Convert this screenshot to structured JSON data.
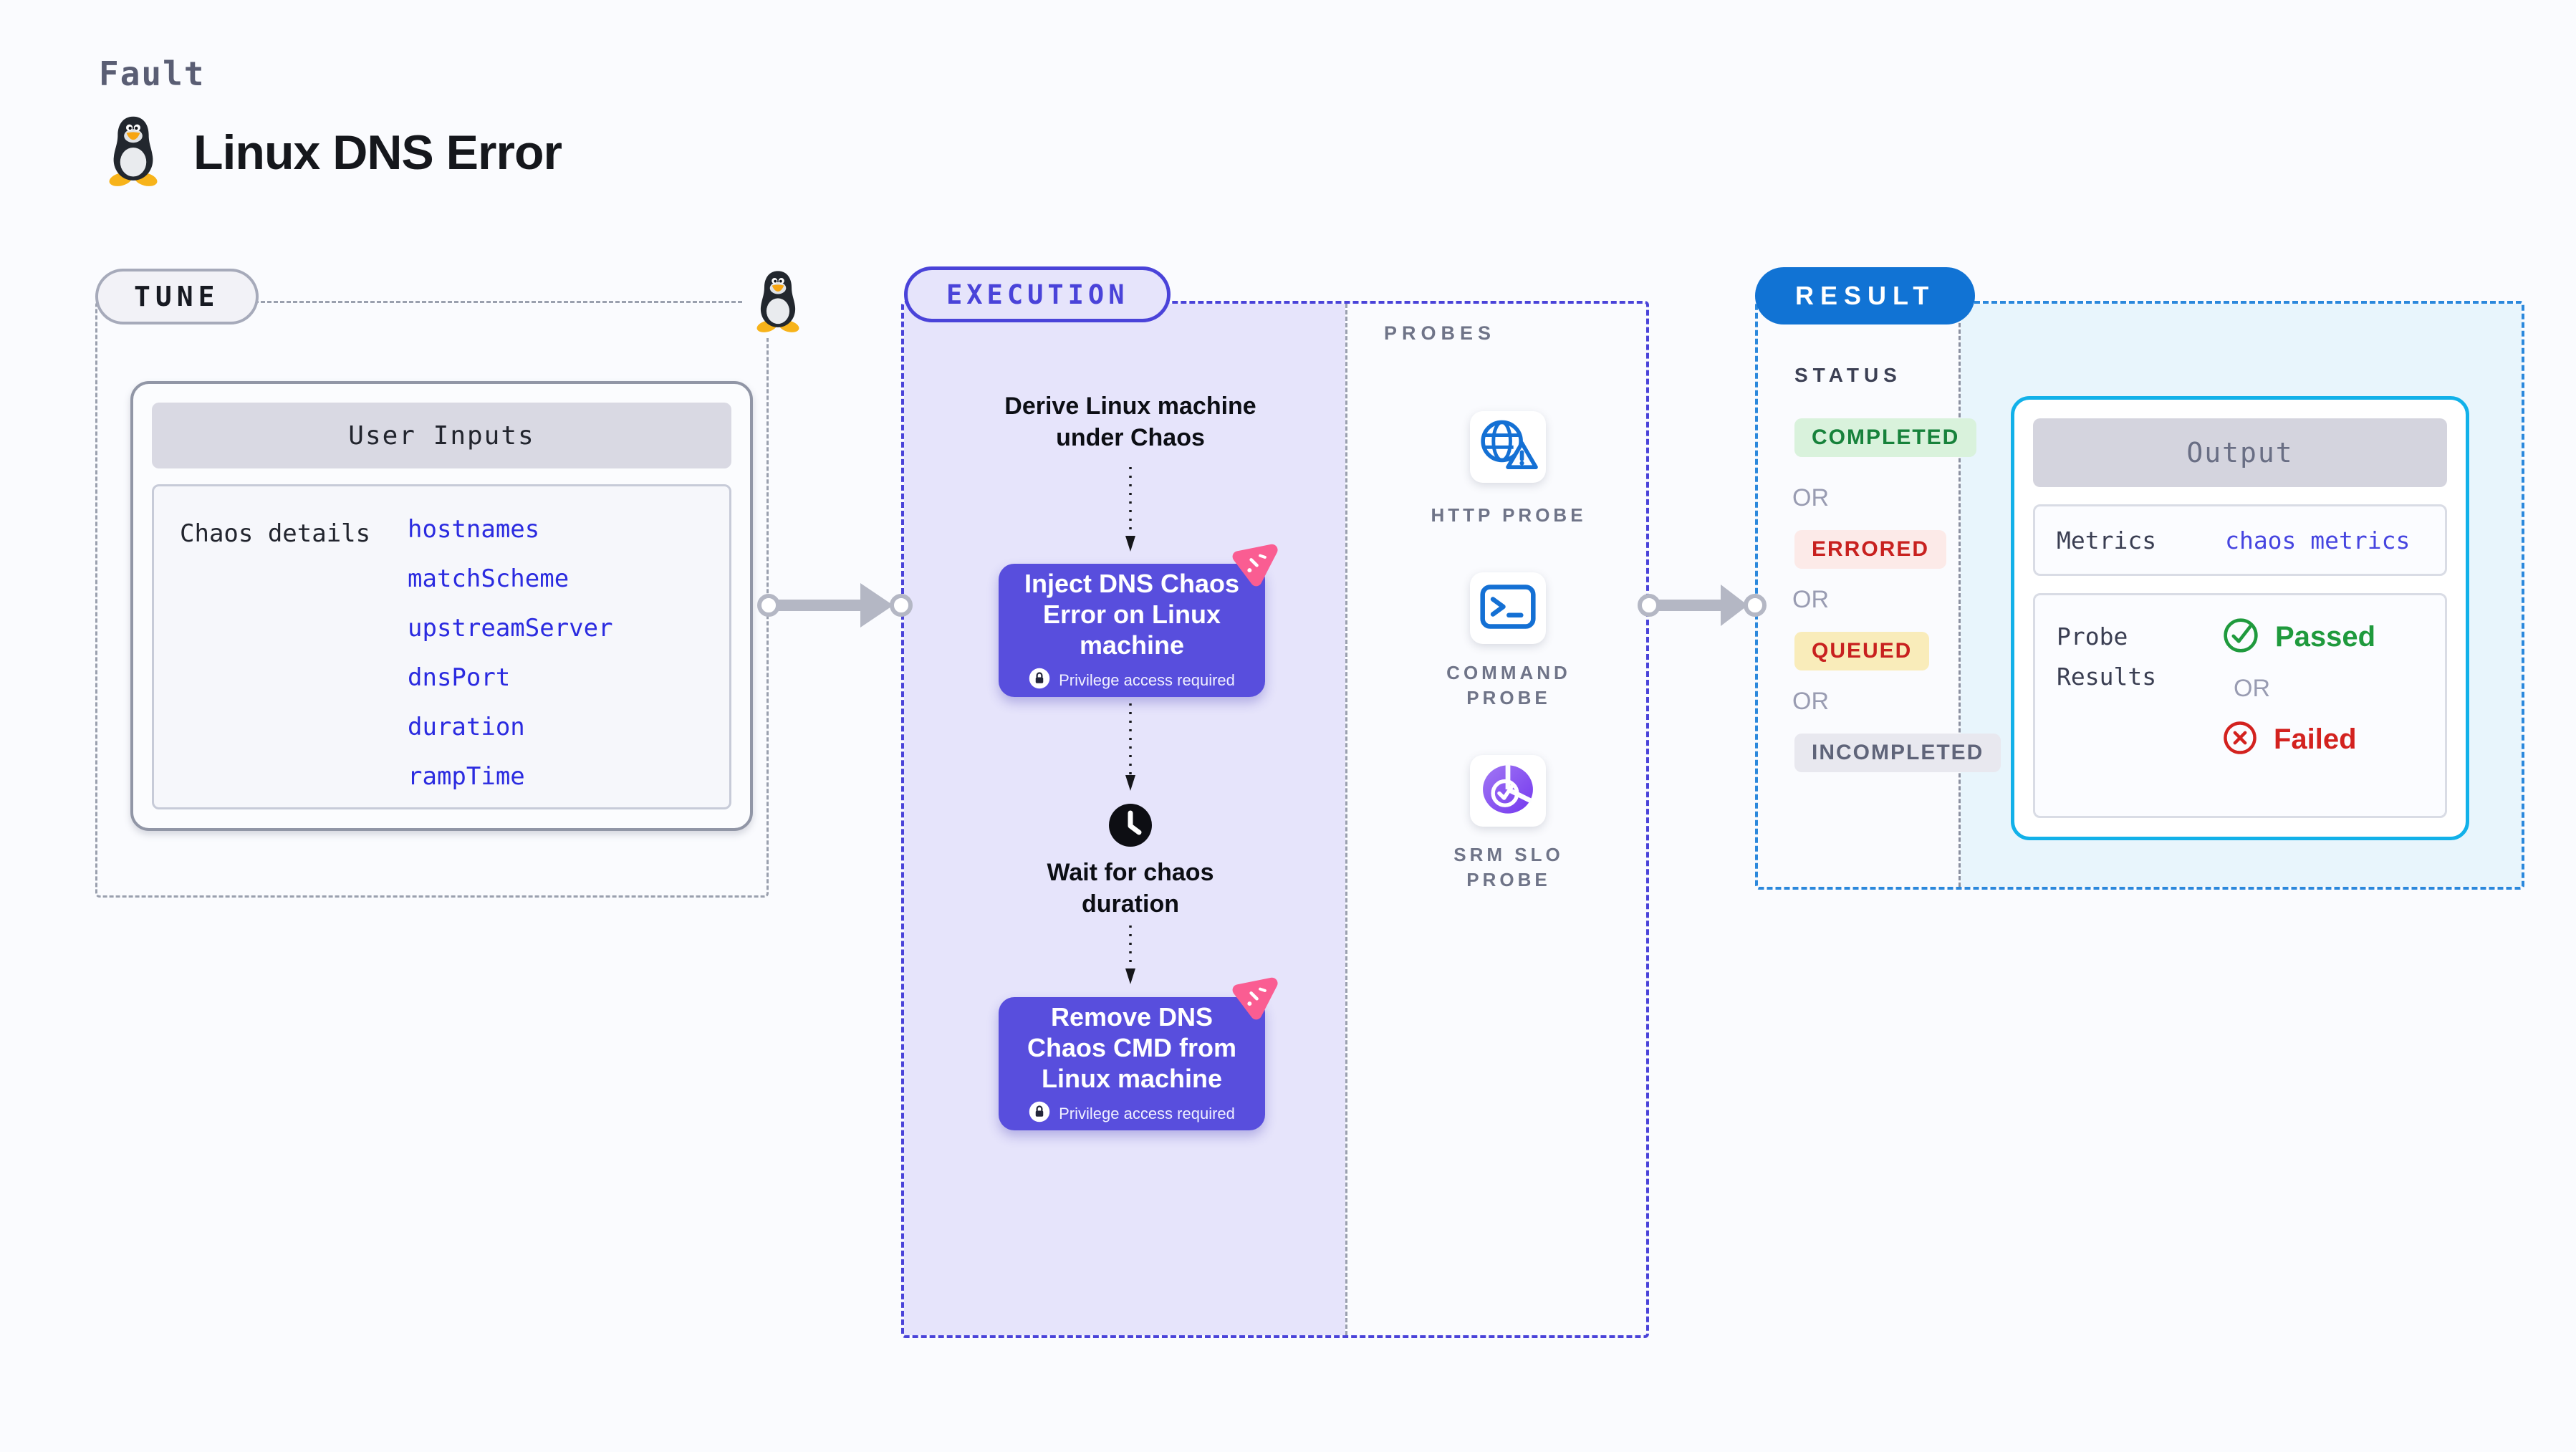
{
  "header": {
    "category_label": "Fault",
    "title": "Linux DNS Error"
  },
  "tune": {
    "pill": "TUNE",
    "user_inputs": {
      "header": "User Inputs",
      "row_label": "Chaos details",
      "params": [
        "hostnames",
        "matchScheme",
        "upstreamServer",
        "dnsPort",
        "duration",
        "rampTime"
      ]
    }
  },
  "execution": {
    "pill": "EXECUTION",
    "derive_step": "Derive Linux machine under Chaos",
    "inject_step": "Inject DNS Chaos Error on Linux machine",
    "wait_step": "Wait for chaos duration",
    "remove_step": "Remove DNS Chaos CMD from Linux machine",
    "privilege_note": "Privilege access required",
    "probes": {
      "section_label": "PROBES",
      "items": [
        {
          "name": "HTTP PROBE",
          "icon": "globe-alert-icon"
        },
        {
          "name": "COMMAND PROBE",
          "icon": "terminal-icon"
        },
        {
          "name": "SRM SLO PROBE",
          "icon": "slo-donut-icon"
        }
      ]
    }
  },
  "result": {
    "pill": "RESULT",
    "status": {
      "label": "STATUS",
      "or": "OR",
      "badges": [
        {
          "text": "COMPLETED",
          "type": "completed"
        },
        {
          "text": "ERRORED",
          "type": "errored"
        },
        {
          "text": "QUEUED",
          "type": "queued"
        },
        {
          "text": "INCOMPLETED",
          "type": "incompleted"
        }
      ]
    },
    "output": {
      "header": "Output",
      "metrics_label": "Metrics",
      "metrics_value": "chaos metrics",
      "probe_results_label": "Probe Results",
      "passed_label": "Passed",
      "or": "OR",
      "failed_label": "Failed"
    }
  },
  "theme": {
    "page-bg": "#fafbfe",
    "indigo": "#4a43d9",
    "lavender": "#e6e4fb",
    "btn-purple": "#584edd",
    "result-blue": "#1173d4",
    "result-dash": "#2b88dc",
    "result-pane": "#e8f5fc",
    "cyan-border": "#12b1e9",
    "gray-dash": "#9aa0ae",
    "arrow-gray": "#b4b7c4",
    "link-blue": "#2b2be0",
    "muted": "#6f7488",
    "or-gray": "#999cb2",
    "green": "#1f9a3d",
    "green-badge-bg": "#d9f2dc",
    "green-badge-text": "#17823b",
    "red": "#d3221f",
    "red-badge-bg": "#fceae8",
    "red-badge-text": "#c8211f",
    "yellow-badge-bg": "#f9ecba",
    "neutral-badge-bg": "#e8e8ef",
    "neutral-badge-text": "#5f6479",
    "pink": "#fa5d92",
    "ink": "#15171c"
  }
}
